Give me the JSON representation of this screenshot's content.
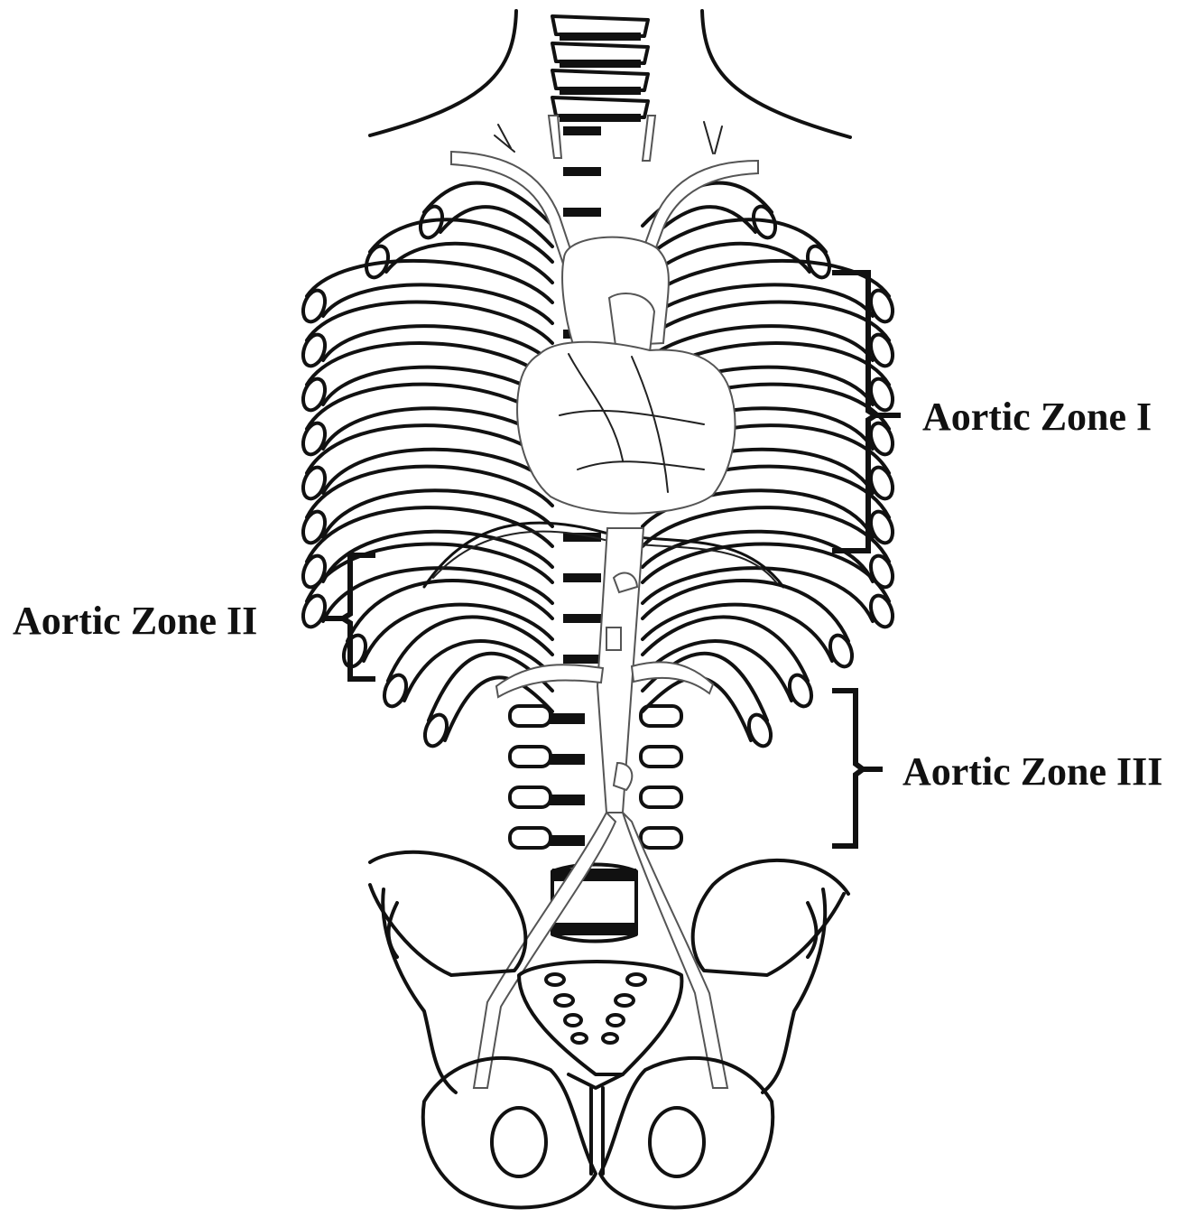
{
  "zones": [
    {
      "id": "zone-1",
      "label": "Aortic Zone I"
    },
    {
      "id": "zone-2",
      "label": "Aortic Zone II"
    },
    {
      "id": "zone-3",
      "label": "Aortic Zone III"
    }
  ]
}
